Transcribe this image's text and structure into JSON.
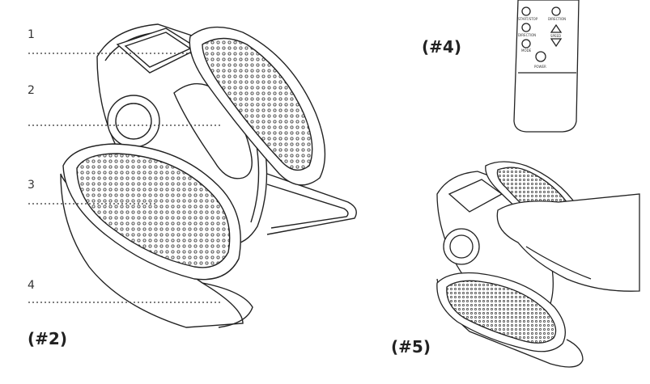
{
  "callouts": [
    "1",
    "2",
    "3",
    "4"
  ],
  "figures": {
    "fig2": "(#2)",
    "fig4": "(#4)",
    "fig5": "(#5)"
  },
  "remote": {
    "buttons": [
      "START/STOP",
      "DIRECTION",
      "DIRECTION",
      "SPEED",
      "MODE",
      "POWER"
    ]
  }
}
